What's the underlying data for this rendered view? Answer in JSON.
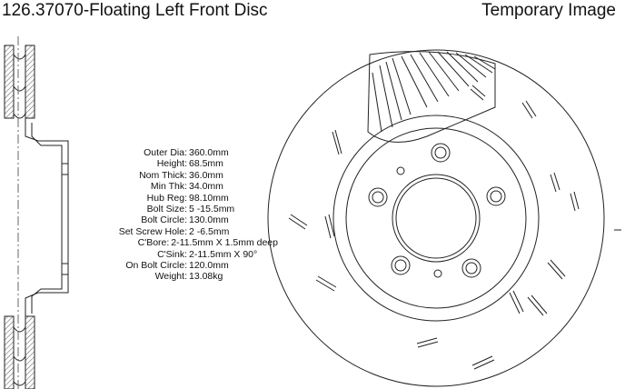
{
  "header": {
    "part_title": "126.37070-Floating Left Front Disc",
    "image_status": "Temporary Image"
  },
  "specs": [
    {
      "label": "Outer Dia:",
      "value": "360.0mm"
    },
    {
      "label": "Height:",
      "value": "68.5mm"
    },
    {
      "label": "Nom Thick:",
      "value": "36.0mm"
    },
    {
      "label": "Min Thk:",
      "value": "34.0mm"
    },
    {
      "label": "Hub Reg:",
      "value": "98.10mm"
    },
    {
      "label": "Bolt Size:",
      "value": "5 -15.5mm"
    },
    {
      "label": "Bolt Circle:",
      "value": "130.0mm"
    },
    {
      "label": "Set Screw Hole:",
      "value": "2 -6.5mm"
    },
    {
      "label": "C'Bore:",
      "value": "2-11.5mm X 1.5mm deep"
    },
    {
      "label": "C'Sink:",
      "value": "2-11.5mm X 90°"
    },
    {
      "label": "On Bolt Circle:",
      "value": "120.0mm"
    },
    {
      "label": "Weight:",
      "value": "13.08kg"
    }
  ],
  "drawing": {
    "line_color": "#222222",
    "hatch_color": "#555555"
  }
}
